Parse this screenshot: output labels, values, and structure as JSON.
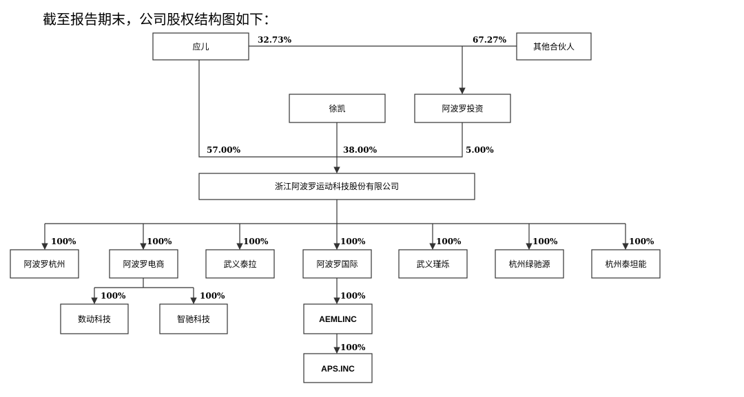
{
  "heading": "截至报告期末，公司股权结构图如下：",
  "nodes": {
    "yinger": "应儿",
    "other_partners": "其他合伙人",
    "xukai": "徐凯",
    "apollo_investment": "阿波罗投资",
    "company": "浙江阿波罗运动科技股份有限公司",
    "apollo_hangzhou": "阿波罗杭州",
    "apollo_ecommerce": "阿波罗电商",
    "wuyi_taila": "武义泰拉",
    "apollo_international": "阿波罗国际",
    "wuyi_jinshuo": "武义瑾烁",
    "hangzhou_lvchiyuan": "杭州绿驰源",
    "hangzhou_taitanneng": "杭州泰坦能",
    "shudong_tech": "数动科技",
    "zhichi_tech": "智驰科技",
    "aeml": "AEMLINC",
    "aps": "APS.INC"
  },
  "percentages": {
    "yinger_to_investment": "32.73%",
    "others_to_investment": "67.27%",
    "yinger_to_company": "57.00%",
    "xukai_to_company": "38.00%",
    "investment_to_company": "5.00%",
    "company_to_apollo_hangzhou": "100%",
    "company_to_apollo_ecommerce": "100%",
    "company_to_wuyi_taila": "100%",
    "company_to_apollo_international": "100%",
    "company_to_wuyi_jinshuo": "100%",
    "company_to_hangzhou_lvchiyuan": "100%",
    "company_to_hangzhou_taitanneng": "100%",
    "ecommerce_to_shudong": "100%",
    "ecommerce_to_zhichi": "100%",
    "international_to_aeml": "100%",
    "aeml_to_aps": "100%"
  }
}
